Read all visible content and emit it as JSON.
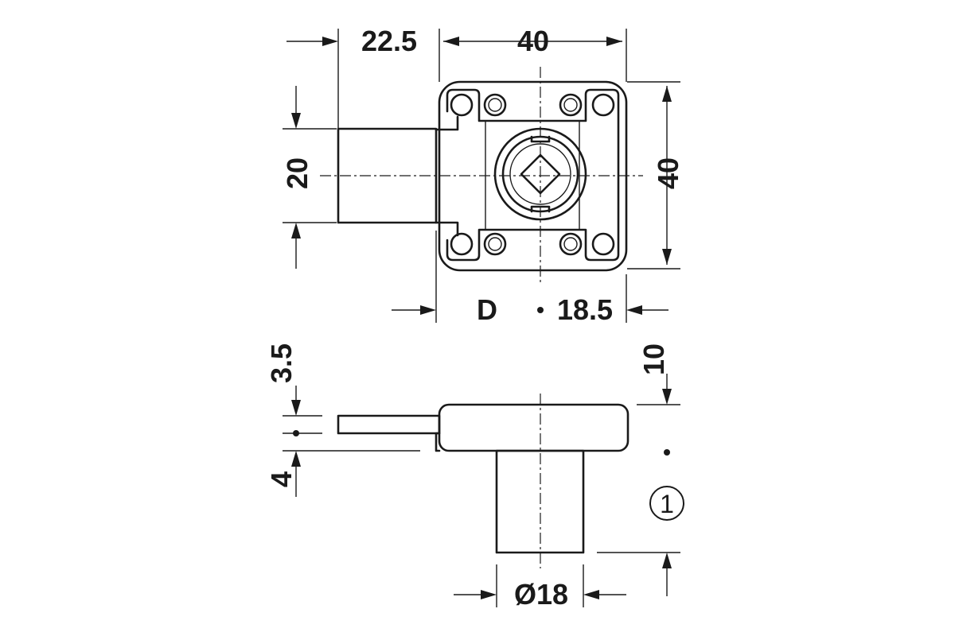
{
  "dimensions": {
    "top_left_width": "22.5",
    "top_width": "40",
    "side_height": "40",
    "bolt_height": "20",
    "backset_label": "D",
    "backset_value": "18.5",
    "depth_upper": "3.5",
    "depth_lower": "4",
    "cylinder_projection": "10",
    "cylinder_diameter": "Ø18"
  },
  "callouts": {
    "item_number": "1"
  },
  "colors": {
    "ink": "#1a1a1a",
    "background": "#ffffff"
  }
}
